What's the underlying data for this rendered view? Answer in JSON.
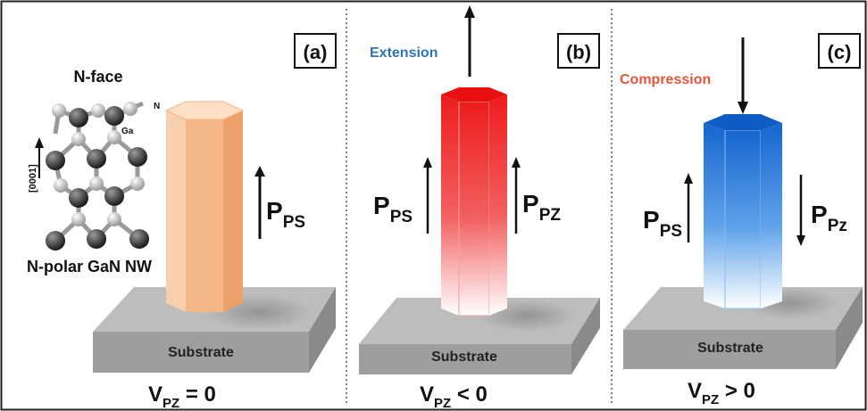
{
  "panels": [
    {
      "label": "(a)",
      "pillar_fill": "#f2a66e",
      "annotations": {
        "face": "N-face",
        "structure": "N-polar GaN NW",
        "direction": "[0001]",
        "atom_ga": "Ga",
        "atom_n": "N"
      },
      "polarization_ps": {
        "main": "P",
        "sub": "PS"
      },
      "substrate": "Substrate",
      "voltage": {
        "main": "V",
        "sub": "PZ",
        "relation": " = 0"
      }
    },
    {
      "label": "(b)",
      "pillar_fill": "#ee2222",
      "strain": {
        "text": "Extension",
        "color": "#2f74b5"
      },
      "polarization_ps": {
        "main": "P",
        "sub": "PS"
      },
      "polarization_pz": {
        "main": "P",
        "sub": "PZ"
      },
      "substrate": "Substrate",
      "voltage": {
        "main": "V",
        "sub": "PZ",
        "relation": " < 0"
      }
    },
    {
      "label": "(c)",
      "pillar_fill": "#1e6fd0",
      "strain": {
        "text": "Compression",
        "color": "#e8553a"
      },
      "polarization_ps": {
        "main": "P",
        "sub": "PS"
      },
      "polarization_pz": {
        "main": "P",
        "sub": "Pz"
      },
      "substrate": "Substrate",
      "voltage": {
        "main": "V",
        "sub": "PZ",
        "relation": " > 0"
      }
    }
  ],
  "colors": {
    "frame": "#222222",
    "divider": "#555555",
    "substrate_top": "#bdbdbd",
    "substrate_front": "#9a9a9a",
    "arrow": "#111111"
  }
}
